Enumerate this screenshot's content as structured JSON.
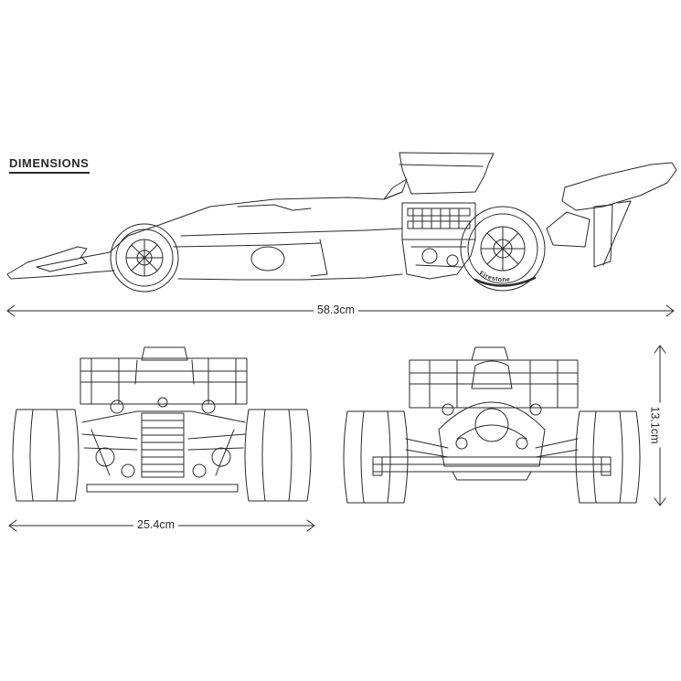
{
  "title": "DIMENSIONS",
  "dimensions": {
    "length": "58.3cm",
    "width": "25.4cm",
    "height": "13.1cm"
  },
  "tyre_brand": "Firestone",
  "colors": {
    "line": "#2a2a2a",
    "background": "#ffffff"
  }
}
